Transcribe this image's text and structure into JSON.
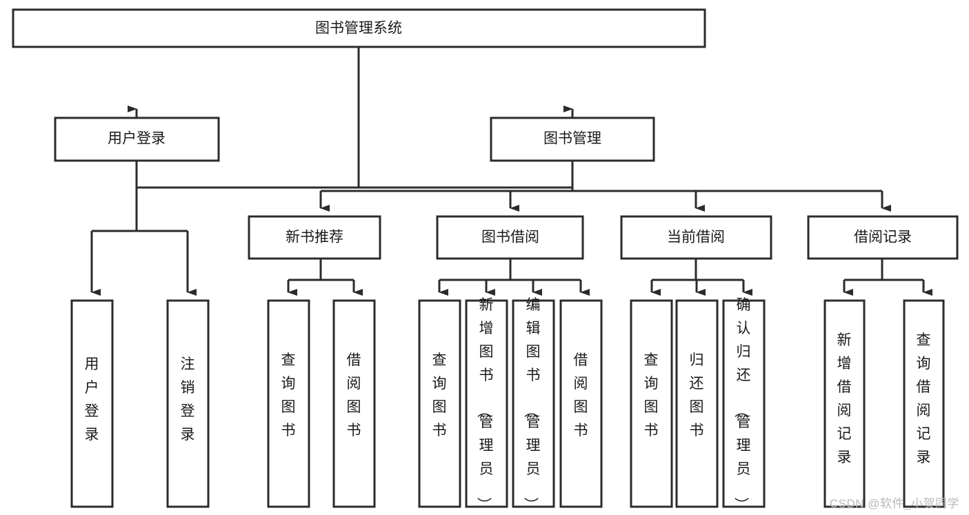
{
  "diagram": {
    "title": "图书管理系统",
    "watermark": "CSDN @软件_小贺同学",
    "colors": {
      "box_fill": "#ffffff",
      "box_stroke": "#2b2b2b",
      "text": "#1a1a1a",
      "watermark": "#b9b9b9",
      "background": "#ffffff"
    },
    "root": {
      "label": "图书管理系统"
    },
    "level1": [
      {
        "label": "用户登录"
      },
      {
        "label": "图书管理"
      }
    ],
    "level2": [
      {
        "label": "新书推荐"
      },
      {
        "label": "图书借阅"
      },
      {
        "label": "当前借阅"
      },
      {
        "label": "借阅记录"
      }
    ],
    "leaves": {
      "user_login": [
        {
          "label": "用户登录"
        },
        {
          "label": "注销登录"
        }
      ],
      "new_book_recommend": [
        {
          "label": "查询图书"
        },
        {
          "label": "借阅图书"
        }
      ],
      "book_borrow": [
        {
          "label": "查询图书"
        },
        {
          "label": "新增图书（管理员）"
        },
        {
          "label": "编辑图书（管理员）"
        },
        {
          "label": "借阅图书"
        }
      ],
      "current_borrow": [
        {
          "label": "查询图书"
        },
        {
          "label": "归还图书"
        },
        {
          "label": "确认归还（管理员）"
        }
      ],
      "borrow_record": [
        {
          "label": "新增借阅记录"
        },
        {
          "label": "查询借阅记录"
        }
      ]
    }
  },
  "chart_data": {
    "type": "tree",
    "title": "图书管理系统",
    "orientation": "top-down",
    "nodes": [
      {
        "id": "root",
        "label": "图书管理系统",
        "level": 0,
        "parent": null
      },
      {
        "id": "user-login",
        "label": "用户登录",
        "level": 1,
        "parent": "root"
      },
      {
        "id": "book-manage",
        "label": "图书管理",
        "level": 1,
        "parent": "root"
      },
      {
        "id": "new-book",
        "label": "新书推荐",
        "level": 2,
        "parent": "book-manage"
      },
      {
        "id": "book-borrow",
        "label": "图书借阅",
        "level": 2,
        "parent": "book-manage"
      },
      {
        "id": "current-borrow",
        "label": "当前借阅",
        "level": 2,
        "parent": "book-manage"
      },
      {
        "id": "borrow-record",
        "label": "借阅记录",
        "level": 2,
        "parent": "book-manage"
      },
      {
        "id": "leaf-user-login",
        "label": "用户登录",
        "level": 2,
        "parent": "user-login"
      },
      {
        "id": "leaf-user-logout",
        "label": "注销登录",
        "level": 2,
        "parent": "user-login"
      },
      {
        "id": "leaf-nb-query",
        "label": "查询图书",
        "level": 3,
        "parent": "new-book"
      },
      {
        "id": "leaf-nb-borrow",
        "label": "借阅图书",
        "level": 3,
        "parent": "new-book"
      },
      {
        "id": "leaf-bb-query",
        "label": "查询图书",
        "level": 3,
        "parent": "book-borrow"
      },
      {
        "id": "leaf-bb-add",
        "label": "新增图书（管理员）",
        "level": 3,
        "parent": "book-borrow"
      },
      {
        "id": "leaf-bb-edit",
        "label": "编辑图书（管理员）",
        "level": 3,
        "parent": "book-borrow"
      },
      {
        "id": "leaf-bb-borrow",
        "label": "借阅图书",
        "level": 3,
        "parent": "book-borrow"
      },
      {
        "id": "leaf-cb-query",
        "label": "查询图书",
        "level": 3,
        "parent": "current-borrow"
      },
      {
        "id": "leaf-cb-return",
        "label": "归还图书",
        "level": 3,
        "parent": "current-borrow"
      },
      {
        "id": "leaf-cb-confirm",
        "label": "确认归还（管理员）",
        "level": 3,
        "parent": "current-borrow"
      },
      {
        "id": "leaf-br-add",
        "label": "新增借阅记录",
        "level": 3,
        "parent": "borrow-record"
      },
      {
        "id": "leaf-br-query",
        "label": "查询借阅记录",
        "level": 3,
        "parent": "borrow-record"
      }
    ]
  }
}
